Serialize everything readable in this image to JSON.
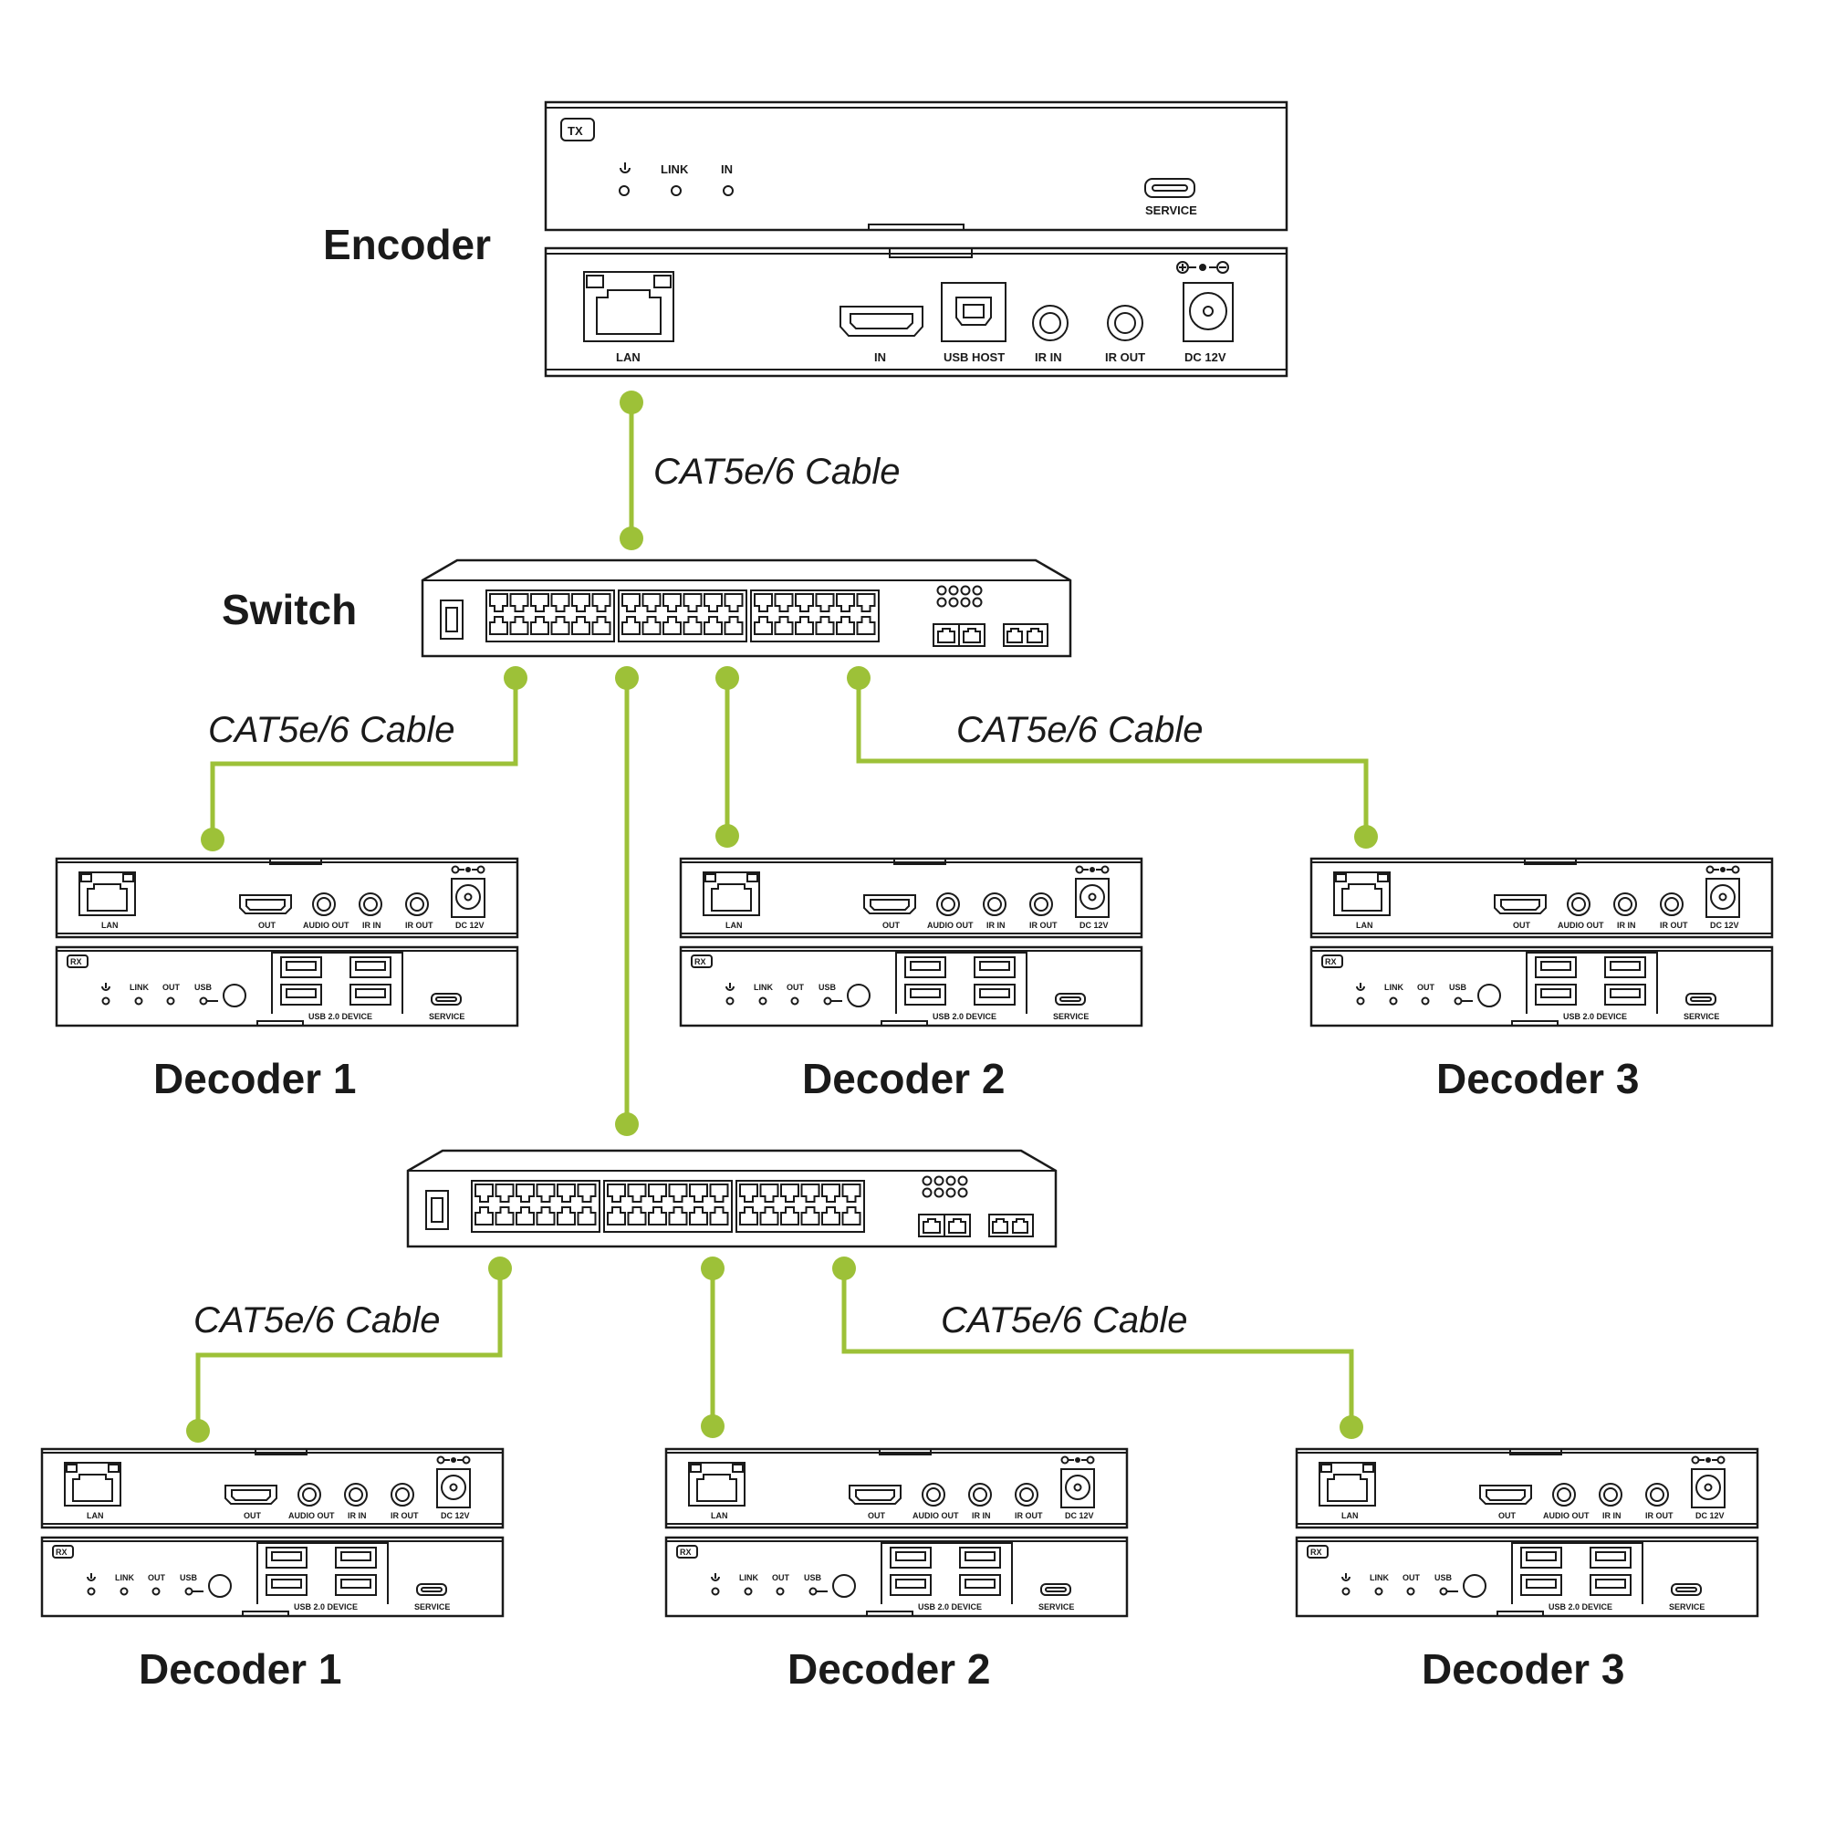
{
  "colors": {
    "cable": "#9dc138",
    "line": "#1a1a1a",
    "background": "#ffffff"
  },
  "encoder": {
    "title": "Encoder",
    "front": {
      "tx_badge": "TX",
      "power_icon": "power-icon",
      "link": "LINK",
      "in": "IN",
      "service": "SERVICE"
    },
    "rear": {
      "lan": "LAN",
      "in": "IN",
      "usb_host": "USB HOST",
      "ir_in": "IR IN",
      "ir_out": "IR OUT",
      "dc": "DC 12V"
    }
  },
  "switch": {
    "title": "Switch"
  },
  "cable_label": "CAT5e/6 Cable",
  "decoder_labels": {
    "lan": "LAN",
    "out": "OUT",
    "audio_out": "AUDIO OUT",
    "ir_in": "IR IN",
    "ir_out": "IR OUT",
    "dc": "DC 12V",
    "rx_badge": "RX",
    "link": "LINK",
    "out_led": "OUT",
    "usb": "USB",
    "usb_device": "USB 2.0 DEVICE",
    "service": "SERVICE"
  },
  "decoders_row1": [
    {
      "title": "Decoder 1"
    },
    {
      "title": "Decoder 2"
    },
    {
      "title": "Decoder 3"
    }
  ],
  "decoders_row2": [
    {
      "title": "Decoder 1"
    },
    {
      "title": "Decoder 2"
    },
    {
      "title": "Decoder 3"
    }
  ]
}
